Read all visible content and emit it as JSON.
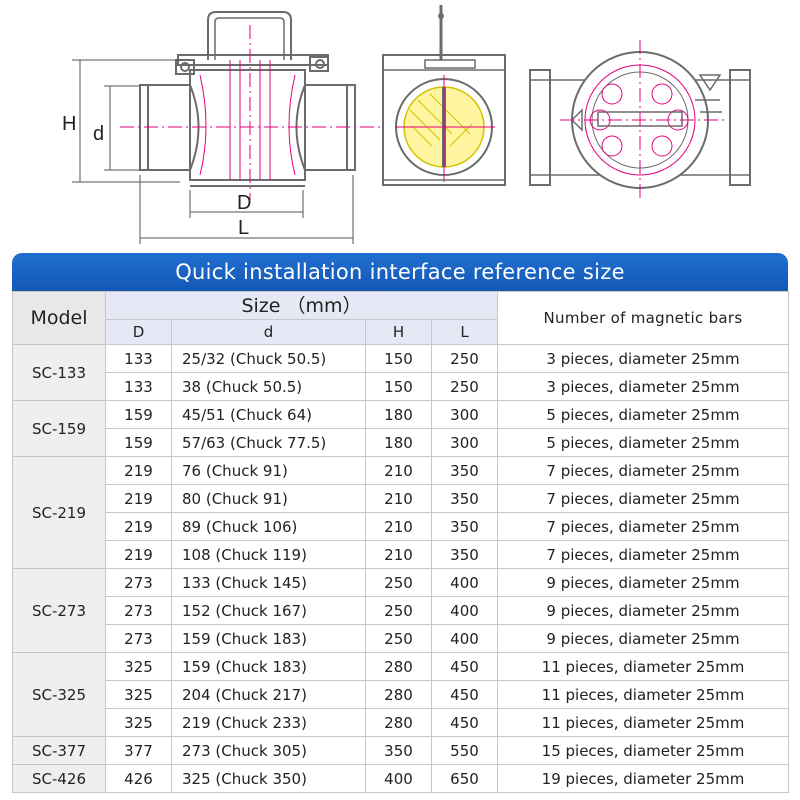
{
  "drawing": {
    "dim_labels": {
      "H": "H",
      "d": "d",
      "D": "D",
      "L": "L"
    },
    "colors": {
      "outline": "#6b6b6b",
      "centerline": "#e6007e",
      "magnet": "#d4c200",
      "magnet_fill": "#fff4a0"
    }
  },
  "table": {
    "title": "Quick installation interface reference size",
    "header": {
      "model": "Model",
      "size": "Size （mm）",
      "D": "D",
      "d": "d",
      "H": "H",
      "L": "L",
      "bars": "Number of magnetic  bars"
    },
    "colors": {
      "banner": "#1a63c4",
      "header_bg": "#e4e9f5",
      "model_bg": "#efefef",
      "border": "#c7c7c7"
    },
    "groups": [
      {
        "model": "SC-133",
        "rows": [
          {
            "D": "133",
            "d": "25/32 (Chuck 50.5)",
            "H": "150",
            "L": "250",
            "bars": "3 pieces, diameter 25mm"
          },
          {
            "D": "133",
            "d": "38  (Chuck 50.5)",
            "H": "150",
            "L": "250",
            "bars": "3 pieces, diameter 25mm"
          }
        ]
      },
      {
        "model": "SC-159",
        "rows": [
          {
            "D": "159",
            "d": "45/51  (Chuck 64)",
            "H": "180",
            "L": "300",
            "bars": "5 pieces, diameter 25mm"
          },
          {
            "D": "159",
            "d": "57/63  (Chuck 77.5)",
            "H": "180",
            "L": "300",
            "bars": "5 pieces, diameter 25mm"
          }
        ]
      },
      {
        "model": "SC-219",
        "rows": [
          {
            "D": "219",
            "d": "76  (Chuck 91)",
            "H": "210",
            "L": "350",
            "bars": "7 pieces, diameter 25mm"
          },
          {
            "D": "219",
            "d": "80  (Chuck 91)",
            "H": "210",
            "L": "350",
            "bars": "7 pieces, diameter 25mm"
          },
          {
            "D": "219",
            "d": "89  (Chuck 106)",
            "H": "210",
            "L": "350",
            "bars": "7 pieces, diameter 25mm"
          },
          {
            "D": "219",
            "d": "108  (Chuck 119)",
            "H": "210",
            "L": "350",
            "bars": "7 pieces, diameter 25mm"
          }
        ]
      },
      {
        "model": "SC-273",
        "rows": [
          {
            "D": "273",
            "d": "133  (Chuck 145)",
            "H": "250",
            "L": "400",
            "bars": "9 pieces, diameter 25mm"
          },
          {
            "D": "273",
            "d": "152  (Chuck 167)",
            "H": "250",
            "L": "400",
            "bars": "9 pieces, diameter 25mm"
          },
          {
            "D": "273",
            "d": "159  (Chuck 183)",
            "H": "250",
            "L": "400",
            "bars": "9 pieces, diameter 25mm"
          }
        ]
      },
      {
        "model": "SC-325",
        "rows": [
          {
            "D": "325",
            "d": "159  (Chuck 183)",
            "H": "280",
            "L": "450",
            "bars": "11 pieces, diameter 25mm"
          },
          {
            "D": "325",
            "d": "204  (Chuck 217)",
            "H": "280",
            "L": "450",
            "bars": "11 pieces, diameter 25mm"
          },
          {
            "D": "325",
            "d": "219  (Chuck 233)",
            "H": "280",
            "L": "450",
            "bars": "11 pieces, diameter 25mm"
          }
        ]
      },
      {
        "model": "SC-377",
        "rows": [
          {
            "D": "377",
            "d": "273  (Chuck 305)",
            "H": "350",
            "L": "550",
            "bars": "15 pieces, diameter 25mm"
          }
        ]
      },
      {
        "model": "SC-426",
        "rows": [
          {
            "D": "426",
            "d": "325  (Chuck 350)",
            "H": "400",
            "L": "650",
            "bars": "19 pieces, diameter 25mm"
          }
        ]
      }
    ]
  }
}
